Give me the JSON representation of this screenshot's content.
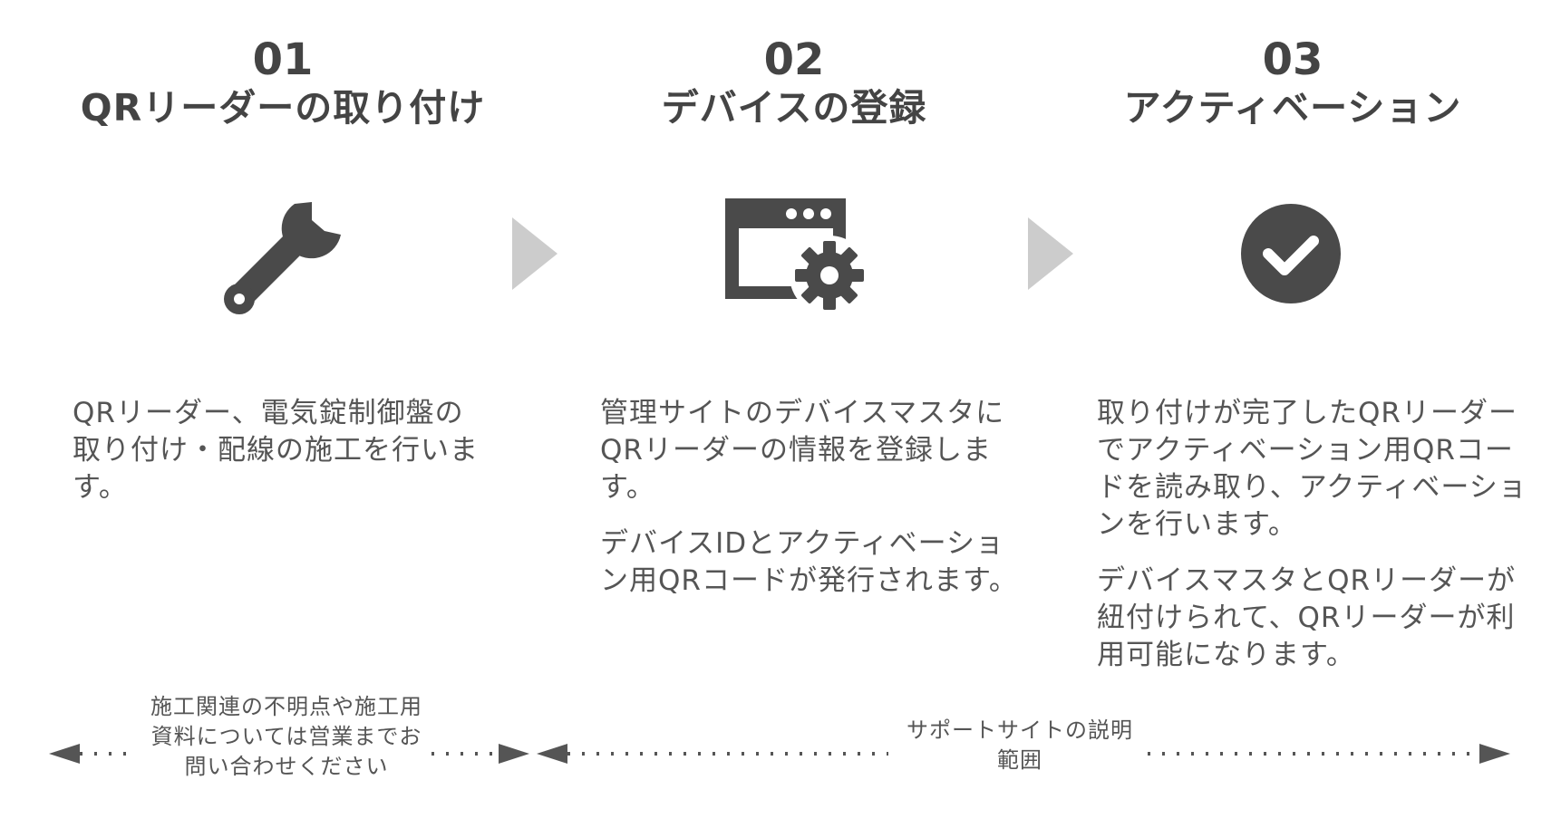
{
  "steps": [
    {
      "number": "01",
      "title": "QRリーダーの取り付け",
      "icon": "wrench-icon",
      "paragraphs": [
        "QRリーダー、電気錠制御盤の取り付け・配線の施工を行います。"
      ]
    },
    {
      "number": "02",
      "title": "デバイスの登録",
      "icon": "browser-gear-icon",
      "paragraphs": [
        "管理サイトのデバイスマスタにQRリーダーの情報を登録します。",
        "デバイスIDとアクティベーション用QRコードが発行されます。"
      ]
    },
    {
      "number": "03",
      "title": "アクティベーション",
      "icon": "check-circle-icon",
      "paragraphs": [
        "取り付けが完了したQRリーダーでアクティベーション用QRコードを読み取り、アクティベーションを行います。",
        "デバイスマスタとQRリーダーが紐付けられて、QRリーダーが利用可能になります。"
      ]
    }
  ],
  "scope_notes": {
    "left": "施工関連の不明点や施工用資料については営業までお問い合わせください",
    "right": "サポートサイトの説明範囲"
  },
  "colors": {
    "icon": "#4a4a4a",
    "arrow": "#cccccc",
    "text": "#555555",
    "heading": "#444444"
  }
}
